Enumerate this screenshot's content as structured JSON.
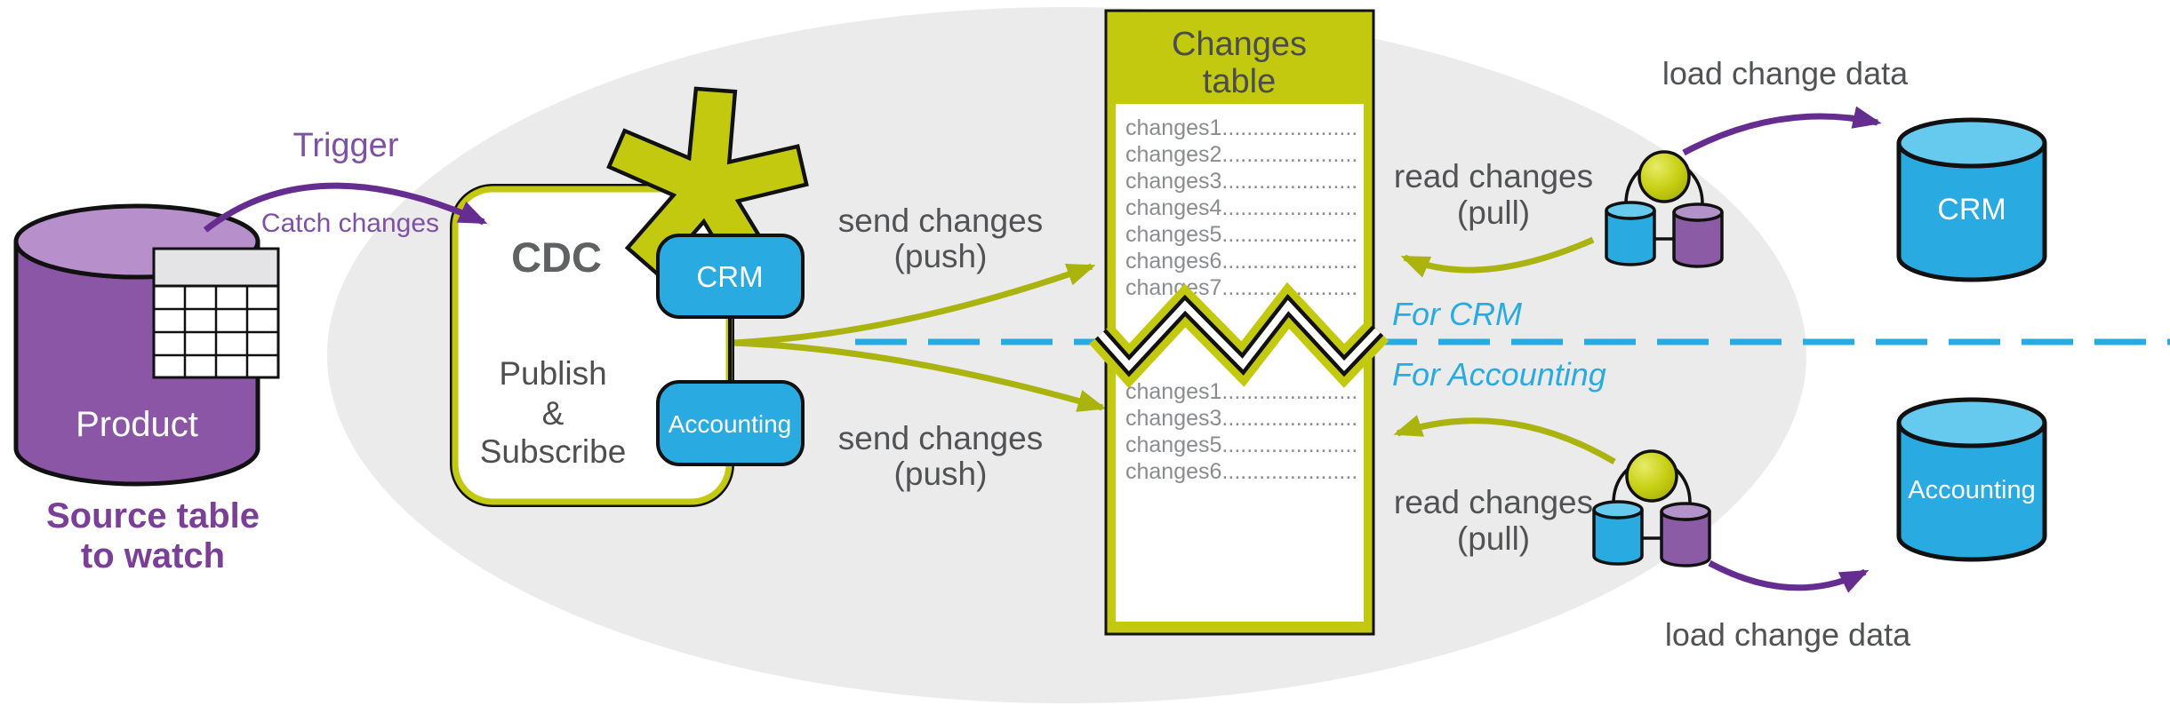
{
  "source": {
    "db_label": "Product",
    "caption_line1": "Source table",
    "caption_line2": "to watch",
    "trigger_label": "Trigger",
    "catch_label": "Catch changes"
  },
  "cdc": {
    "title": "CDC",
    "subtitle_line1": "Publish",
    "subtitle_line2": "&",
    "subtitle_line3": "Subscribe",
    "crm_button": "CRM",
    "accounting_button": "Accounting"
  },
  "changes_table": {
    "title_line1": "Changes",
    "title_line2": "table",
    "rows_top": [
      "changes1......................",
      "changes2......................",
      "changes3......................",
      "changes4......................",
      "changes5......................",
      "changes6......................",
      "changes7......................"
    ],
    "rows_bottom": [
      "changes1......................",
      "changes3......................",
      "changes5......................",
      "changes6......................"
    ]
  },
  "flows": {
    "send_top_line1": "send changes",
    "send_top_line2": "(push)",
    "send_bottom_line1": "send changes",
    "send_bottom_line2": "(push)",
    "read_top_line1": "read changes",
    "read_top_line2": "(pull)",
    "read_bottom_line1": "read changes",
    "read_bottom_line2": "(pull)",
    "load_top": "load change data",
    "load_bottom": "load change data",
    "for_crm": "For CRM",
    "for_accounting": "For Accounting"
  },
  "consumers": {
    "crm_db_label": "CRM",
    "accounting_db_label": "Accounting"
  },
  "colors": {
    "olive": "#c2c90e",
    "olive_arrow": "#abb30f",
    "blue": "#29abe2",
    "blue_light": "#66c9ee",
    "purple_cylinder": "#8a56a5",
    "purple_cylinder_light": "#b78fcb",
    "purple_arrow": "#662d91",
    "purple_label": "#7e51a5",
    "purple_caption": "#7b3f98",
    "gray_text": "#515254",
    "row_text": "#8a8c8f",
    "ellipse_background": "#ebebec"
  }
}
